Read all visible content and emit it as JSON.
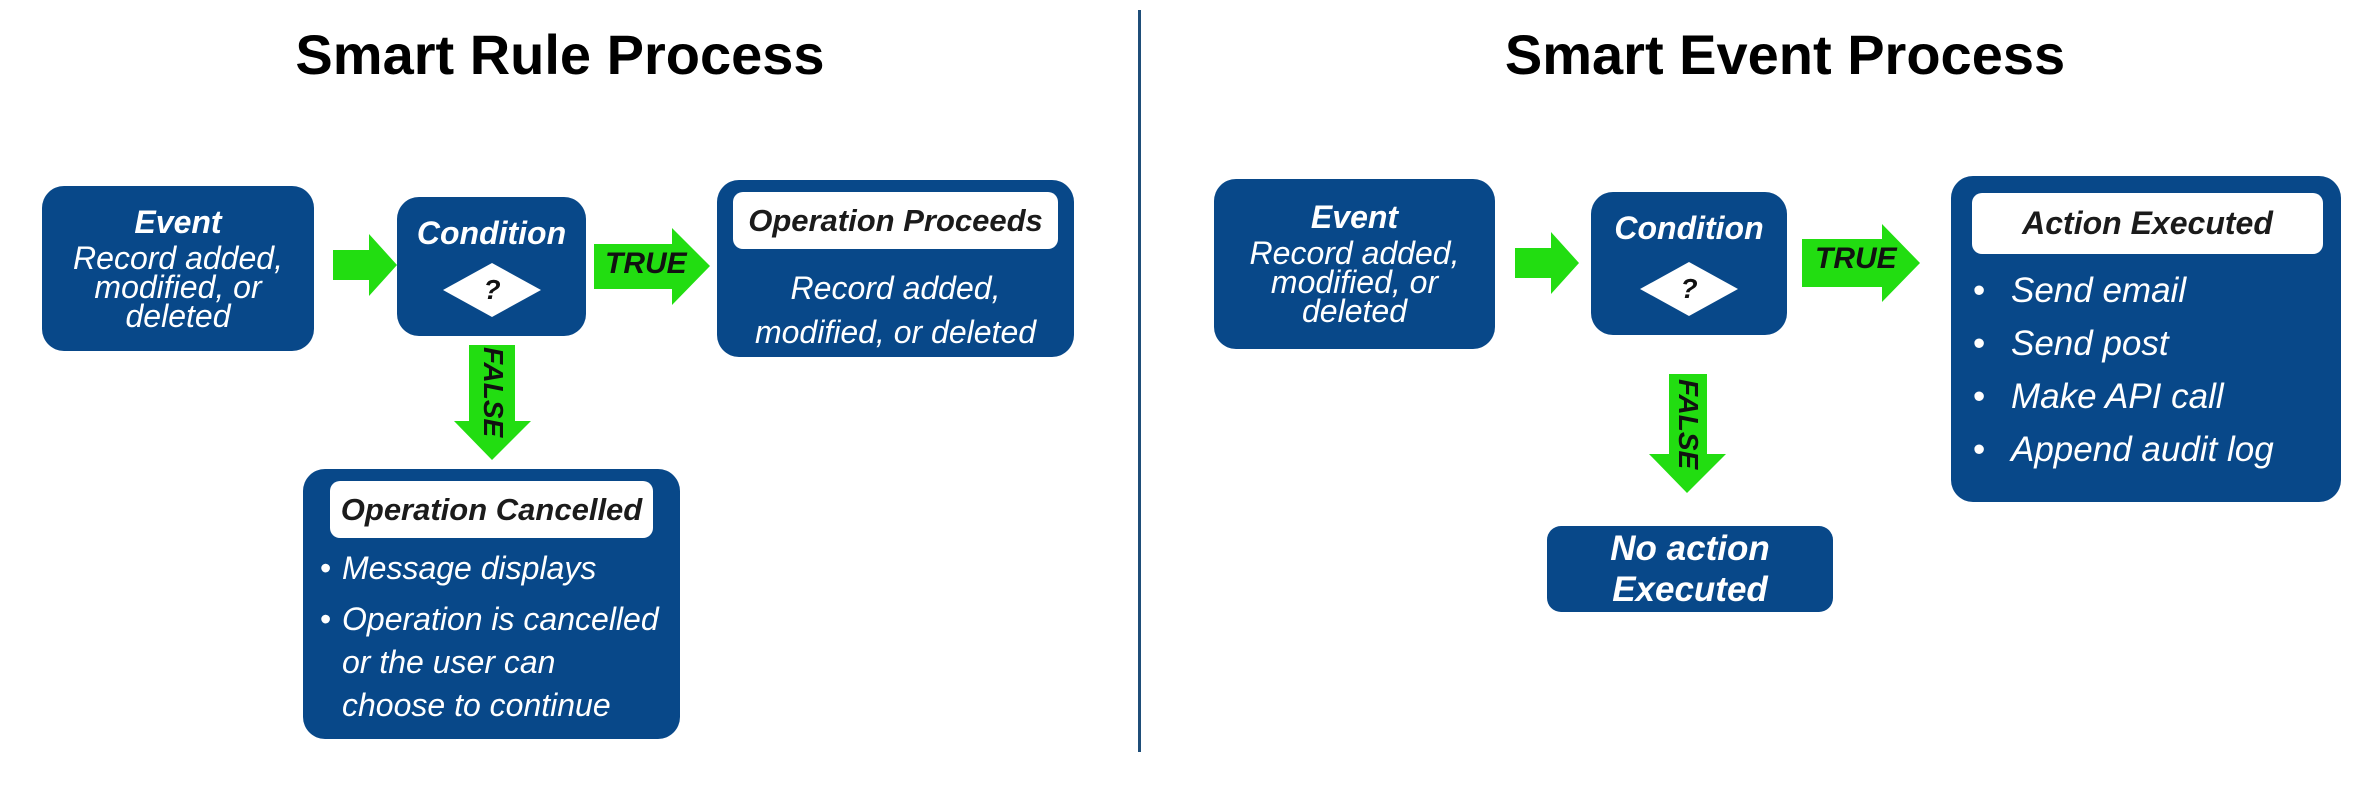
{
  "left": {
    "title": "Smart Rule Process",
    "event": {
      "heading": "Event",
      "lines": [
        "Record added,",
        "modified, or",
        "deleted"
      ]
    },
    "condition": {
      "heading": "Condition",
      "symbol": "?"
    },
    "true_label": "TRUE",
    "false_label": "FALSE",
    "proceeds": {
      "heading": "Operation Proceeds",
      "lines": [
        "Record added,",
        "modified, or deleted"
      ]
    },
    "cancelled": {
      "heading": "Operation Cancelled",
      "bullet": "•",
      "items": [
        {
          "lines": [
            "Message displays"
          ]
        },
        {
          "lines": [
            "Operation is cancelled",
            "or the user can",
            "choose to continue"
          ]
        }
      ]
    }
  },
  "right": {
    "title": "Smart Event Process",
    "event": {
      "heading": "Event",
      "lines": [
        "Record added,",
        "modified, or",
        "deleted"
      ]
    },
    "condition": {
      "heading": "Condition",
      "symbol": "?"
    },
    "true_label": "TRUE",
    "false_label": "FALSE",
    "executed": {
      "heading": "Action Executed",
      "bullet": "•",
      "items": [
        "Send email",
        "Send post",
        "Make API call",
        "Append audit log"
      ]
    },
    "no_action": {
      "lines": [
        "No action",
        "Executed"
      ]
    }
  },
  "colors": {
    "box": "#084889",
    "arrow": "#22dd11",
    "divider": "#1f4e79"
  }
}
